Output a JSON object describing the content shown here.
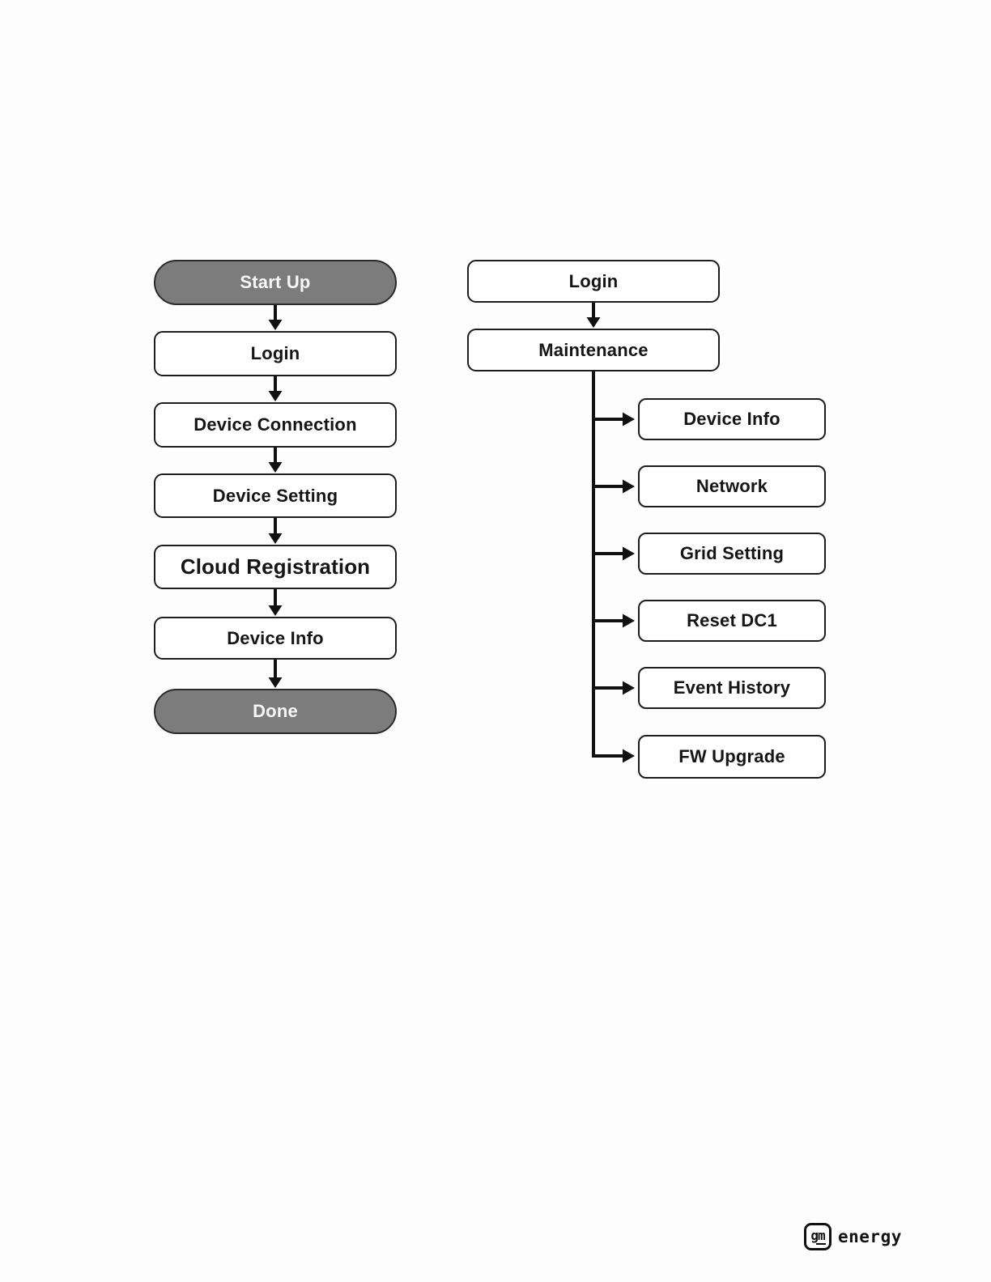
{
  "diagram": {
    "startup_flow": {
      "nodes": [
        {
          "label": "Start Up",
          "type": "terminal"
        },
        {
          "label": "Login",
          "type": "process"
        },
        {
          "label": "Device Connection",
          "type": "process"
        },
        {
          "label": "Device Setting",
          "type": "process"
        },
        {
          "label": "Cloud Registration",
          "type": "process"
        },
        {
          "label": "Device Info",
          "type": "process"
        },
        {
          "label": "Done",
          "type": "terminal"
        }
      ]
    },
    "maintenance_flow": {
      "nodes": [
        {
          "label": "Login",
          "type": "process"
        },
        {
          "label": "Maintenance",
          "type": "process"
        }
      ],
      "branches": [
        {
          "label": "Device Info"
        },
        {
          "label": "Network"
        },
        {
          "label": "Grid Setting"
        },
        {
          "label": "Reset DC1"
        },
        {
          "label": "Event History"
        },
        {
          "label": "FW Upgrade"
        }
      ]
    },
    "style": {
      "terminal_fill": "#7c7c7c",
      "terminal_text_color": "#ffffff",
      "box_fill": "#fefefe",
      "box_border_color": "#1d1d1d",
      "arrow_color": "#111111"
    }
  },
  "footer": {
    "gm_logo_text": "gm",
    "brand_text": "energy"
  }
}
